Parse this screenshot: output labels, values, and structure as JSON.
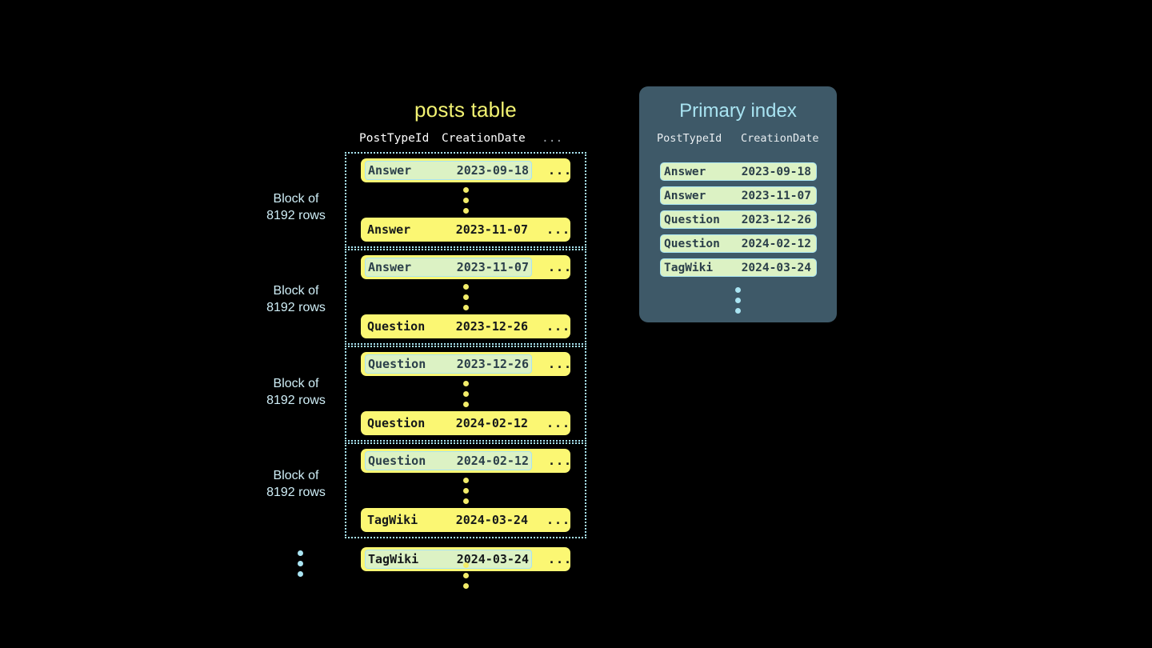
{
  "background_color": "#000000",
  "posts_table": {
    "title": "posts table",
    "title_color": "#f2f272",
    "columns": [
      "PostTypeId",
      "CreationDate",
      "..."
    ],
    "row_overflow_symbol": "...",
    "block_label": "Block of\n8192 rows",
    "block_label_line1": "Block of",
    "block_label_line2": "8192 rows",
    "blocks": [
      {
        "label_line1": "Block of",
        "label_line2": "8192 rows",
        "first_row": {
          "post_type_id": "Answer",
          "creation_date": "2023-09-18",
          "more": "...",
          "marked": true
        },
        "last_row": {
          "post_type_id": "Answer",
          "creation_date": "2023-11-07",
          "more": "...",
          "marked": false
        }
      },
      {
        "label_line1": "Block of",
        "label_line2": "8192 rows",
        "first_row": {
          "post_type_id": "Answer",
          "creation_date": "2023-11-07",
          "more": "...",
          "marked": true
        },
        "last_row": {
          "post_type_id": "Question",
          "creation_date": "2023-12-26",
          "more": "...",
          "marked": false
        }
      },
      {
        "label_line1": "Block of",
        "label_line2": "8192 rows",
        "first_row": {
          "post_type_id": "Question",
          "creation_date": "2023-12-26",
          "more": "...",
          "marked": true
        },
        "last_row": {
          "post_type_id": "Question",
          "creation_date": "2024-02-12",
          "more": "...",
          "marked": false
        }
      },
      {
        "label_line1": "Block of",
        "label_line2": "8192 rows",
        "first_row": {
          "post_type_id": "Question",
          "creation_date": "2024-02-12",
          "more": "...",
          "marked": true
        },
        "last_row": {
          "post_type_id": "TagWiki",
          "creation_date": "2024-03-24",
          "more": "...",
          "marked": false
        }
      }
    ],
    "trailing_row": {
      "post_type_id": "TagWiki",
      "creation_date": "2024-03-24",
      "more": "...",
      "marked": true
    },
    "row_color": "#fbf773",
    "mark_color": "#dcf2c4",
    "block_border_color": "#a9e4f2",
    "ellipsis_dot_color": "#f2ec6a",
    "left_dot_color": "#a9e4f2"
  },
  "primary_index": {
    "title": "Primary index",
    "title_color": "#a9e4f2",
    "panel_color": "#3e5968",
    "columns": [
      "PostTypeId",
      "CreationDate"
    ],
    "rows": [
      {
        "post_type_id": "Answer",
        "creation_date": "2023-09-18"
      },
      {
        "post_type_id": "Answer",
        "creation_date": "2023-11-07"
      },
      {
        "post_type_id": "Question",
        "creation_date": "2023-12-26"
      },
      {
        "post_type_id": "Question",
        "creation_date": "2024-02-12"
      },
      {
        "post_type_id": "TagWiki",
        "creation_date": "2024-03-24"
      }
    ],
    "row_color": "#dcf2c4",
    "row_border_color": "#a9e4f2",
    "dot_color": "#a9e4f2"
  }
}
